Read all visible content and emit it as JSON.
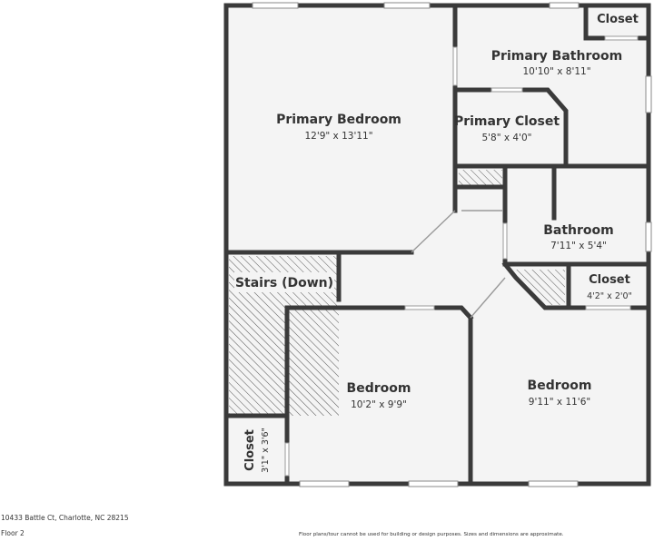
{
  "plan": {
    "rooms": [
      {
        "id": "primary-bedroom",
        "name": "Primary Bedroom",
        "dims": "12'9\" x 13'11\""
      },
      {
        "id": "primary-bathroom",
        "name": "Primary Bathroom",
        "dims": "10'10\" x 8'11\""
      },
      {
        "id": "primary-bath-closet",
        "name": "Closet",
        "dims": ""
      },
      {
        "id": "primary-closet",
        "name": "Primary Closet",
        "dims": "5'8\" x 4'0\""
      },
      {
        "id": "bathroom",
        "name": "Bathroom",
        "dims": "7'11\" x 5'4\""
      },
      {
        "id": "hall-closet",
        "name": "Closet",
        "dims": "4'2\" x 2'0\""
      },
      {
        "id": "stairs",
        "name": "Stairs (Down)",
        "dims": ""
      },
      {
        "id": "bedroom-left",
        "name": "Bedroom",
        "dims": "10'2\" x 9'9\""
      },
      {
        "id": "bedroom-right",
        "name": "Bedroom",
        "dims": "9'11\" x 11'6\""
      },
      {
        "id": "bedroom-closet",
        "name": "Closet",
        "dims": "3'1\" x 3'6\""
      }
    ],
    "colors": {
      "wall": "#3a3a3a",
      "floor": "#f4f4f4",
      "hatch": "#555555",
      "text": "#333333"
    }
  },
  "footer": {
    "address": "10433 Battle Ct, Charlotte, NC 28215",
    "floor": "Floor 2",
    "disclaimer": "Floor plans/tour cannot be used for building or design purposes. Sizes and dimensions are approximate."
  }
}
